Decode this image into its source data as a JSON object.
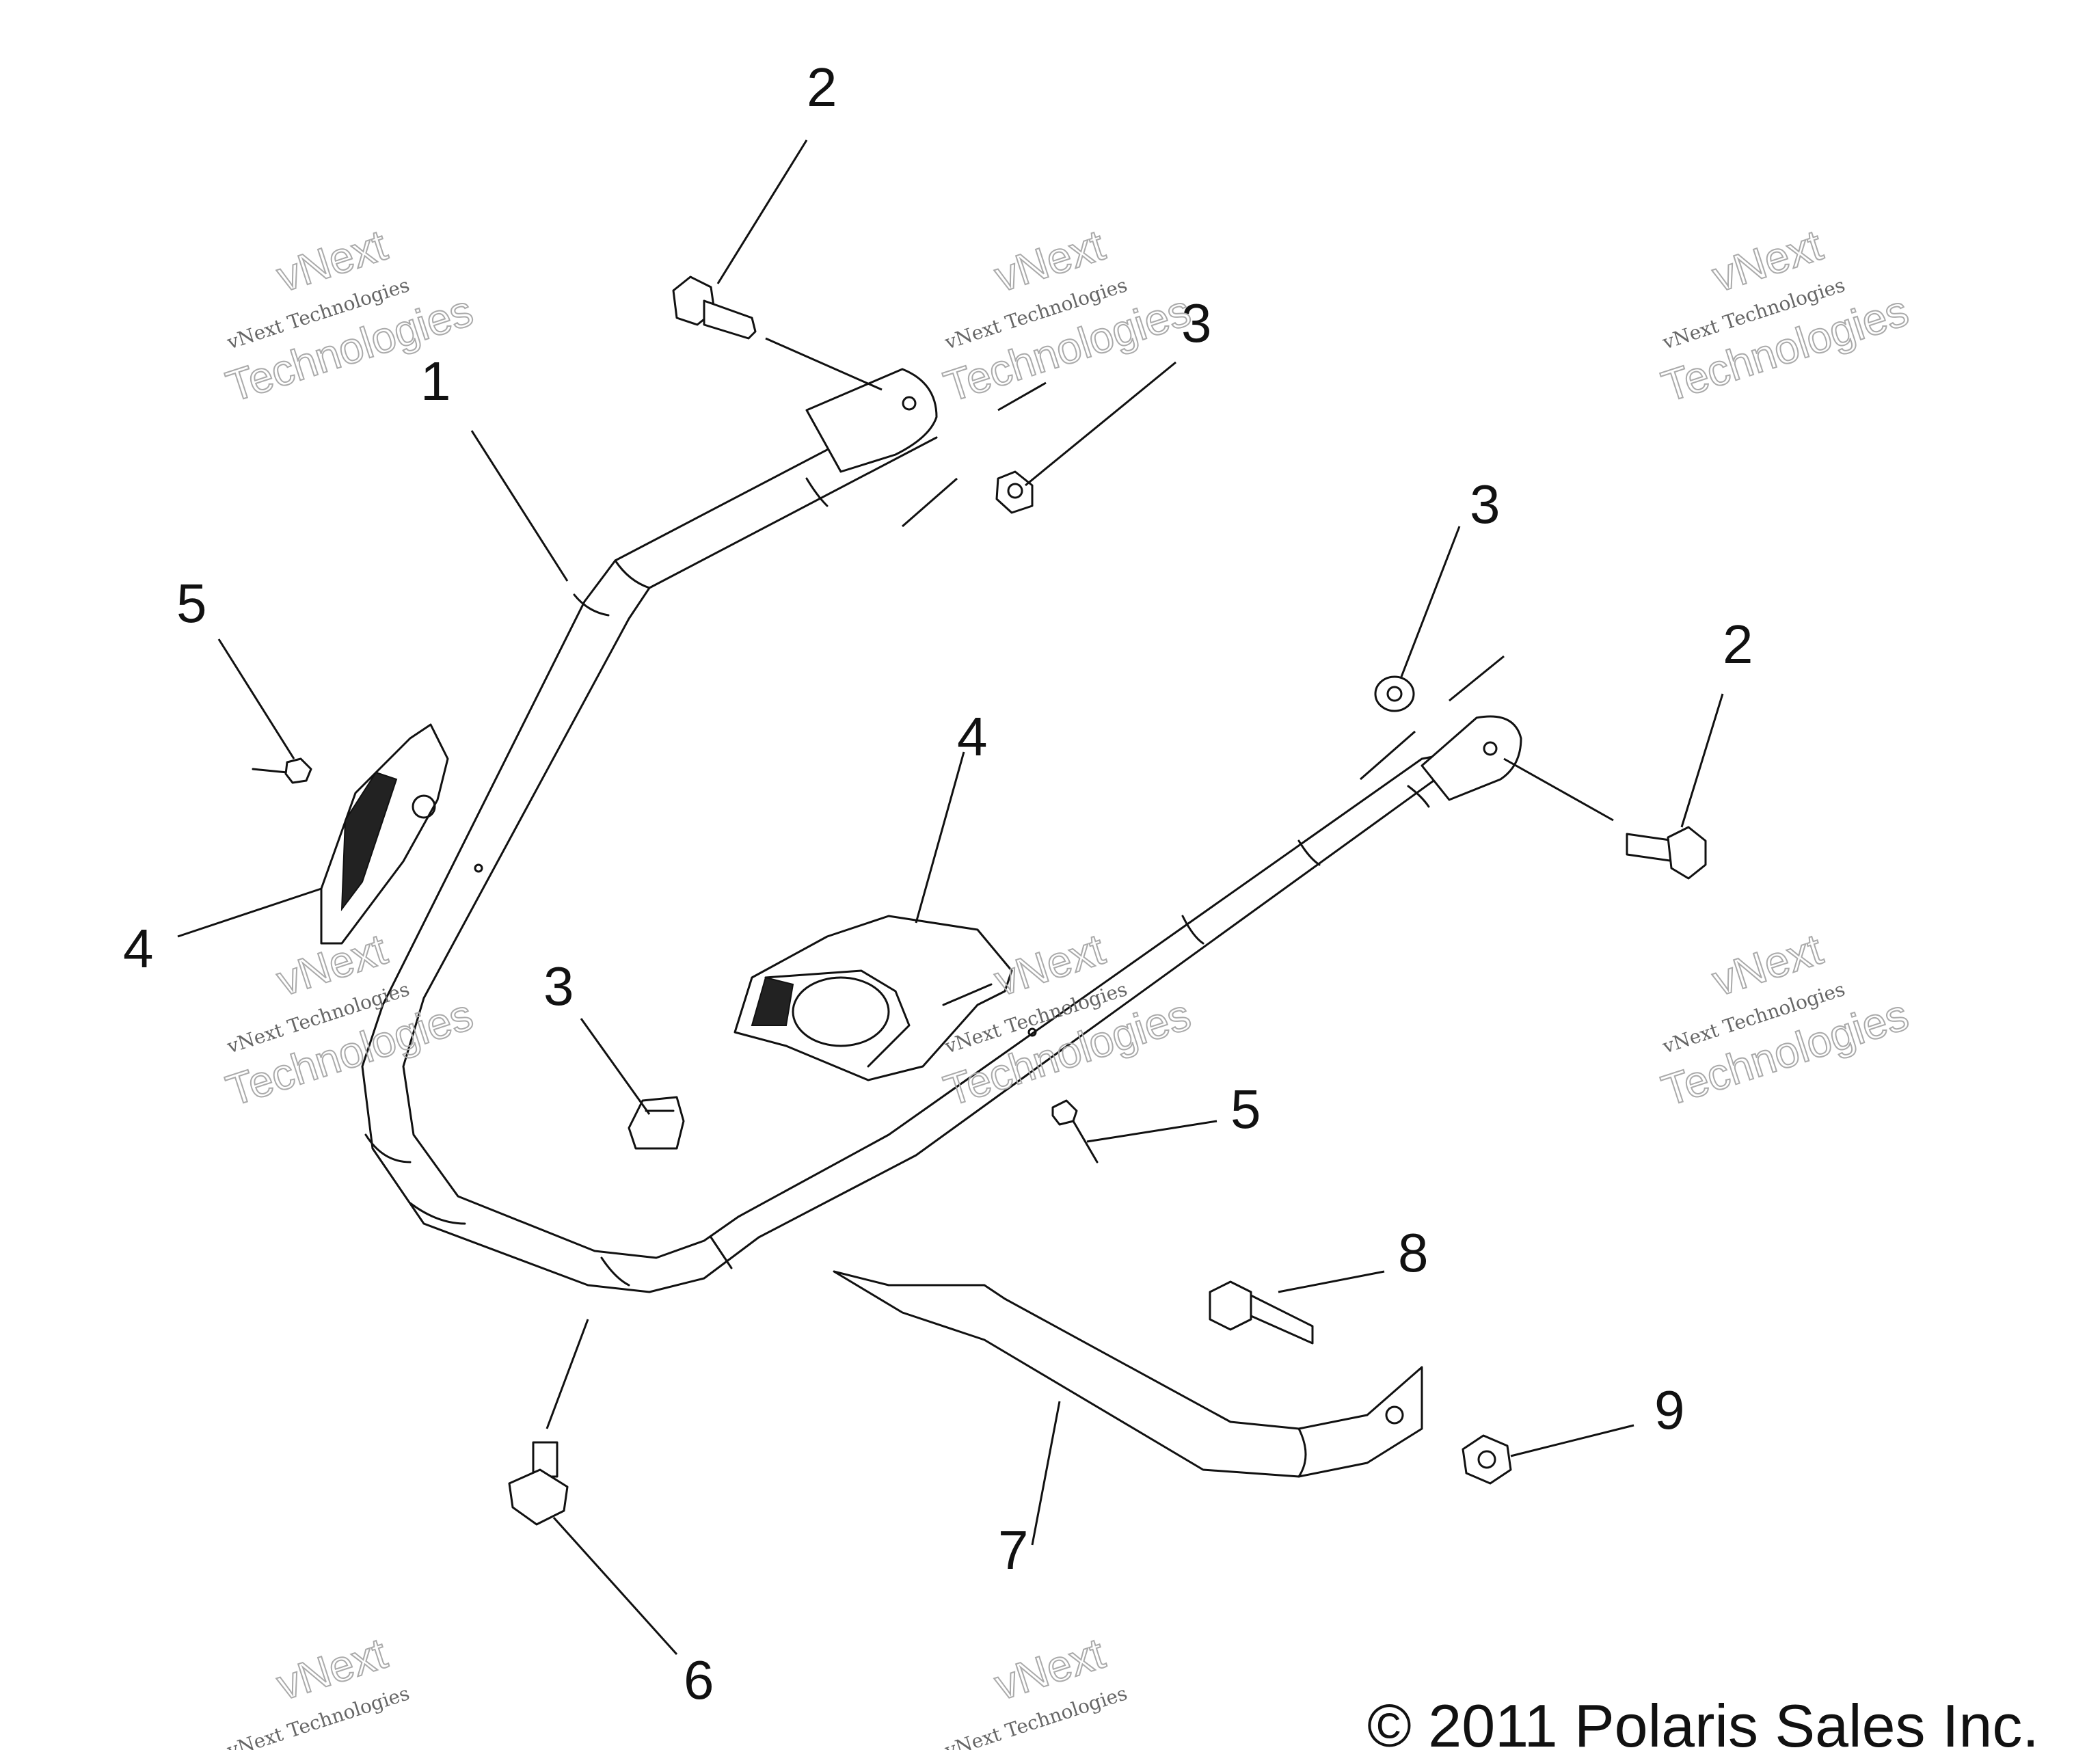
{
  "callouts": {
    "c1": "1",
    "c2a": "2",
    "c2b": "2",
    "c3a": "3",
    "c3b": "3",
    "c3c": "3",
    "c4a": "4",
    "c4b": "4",
    "c5a": "5",
    "c5b": "5",
    "c6": "6",
    "c7": "7",
    "c8": "8",
    "c9": "9"
  },
  "watermark": {
    "line1": "vNext",
    "line2": "vNext Technologies",
    "line3": "Technologies"
  },
  "copyright": "© 2011 Polaris Sales Inc."
}
